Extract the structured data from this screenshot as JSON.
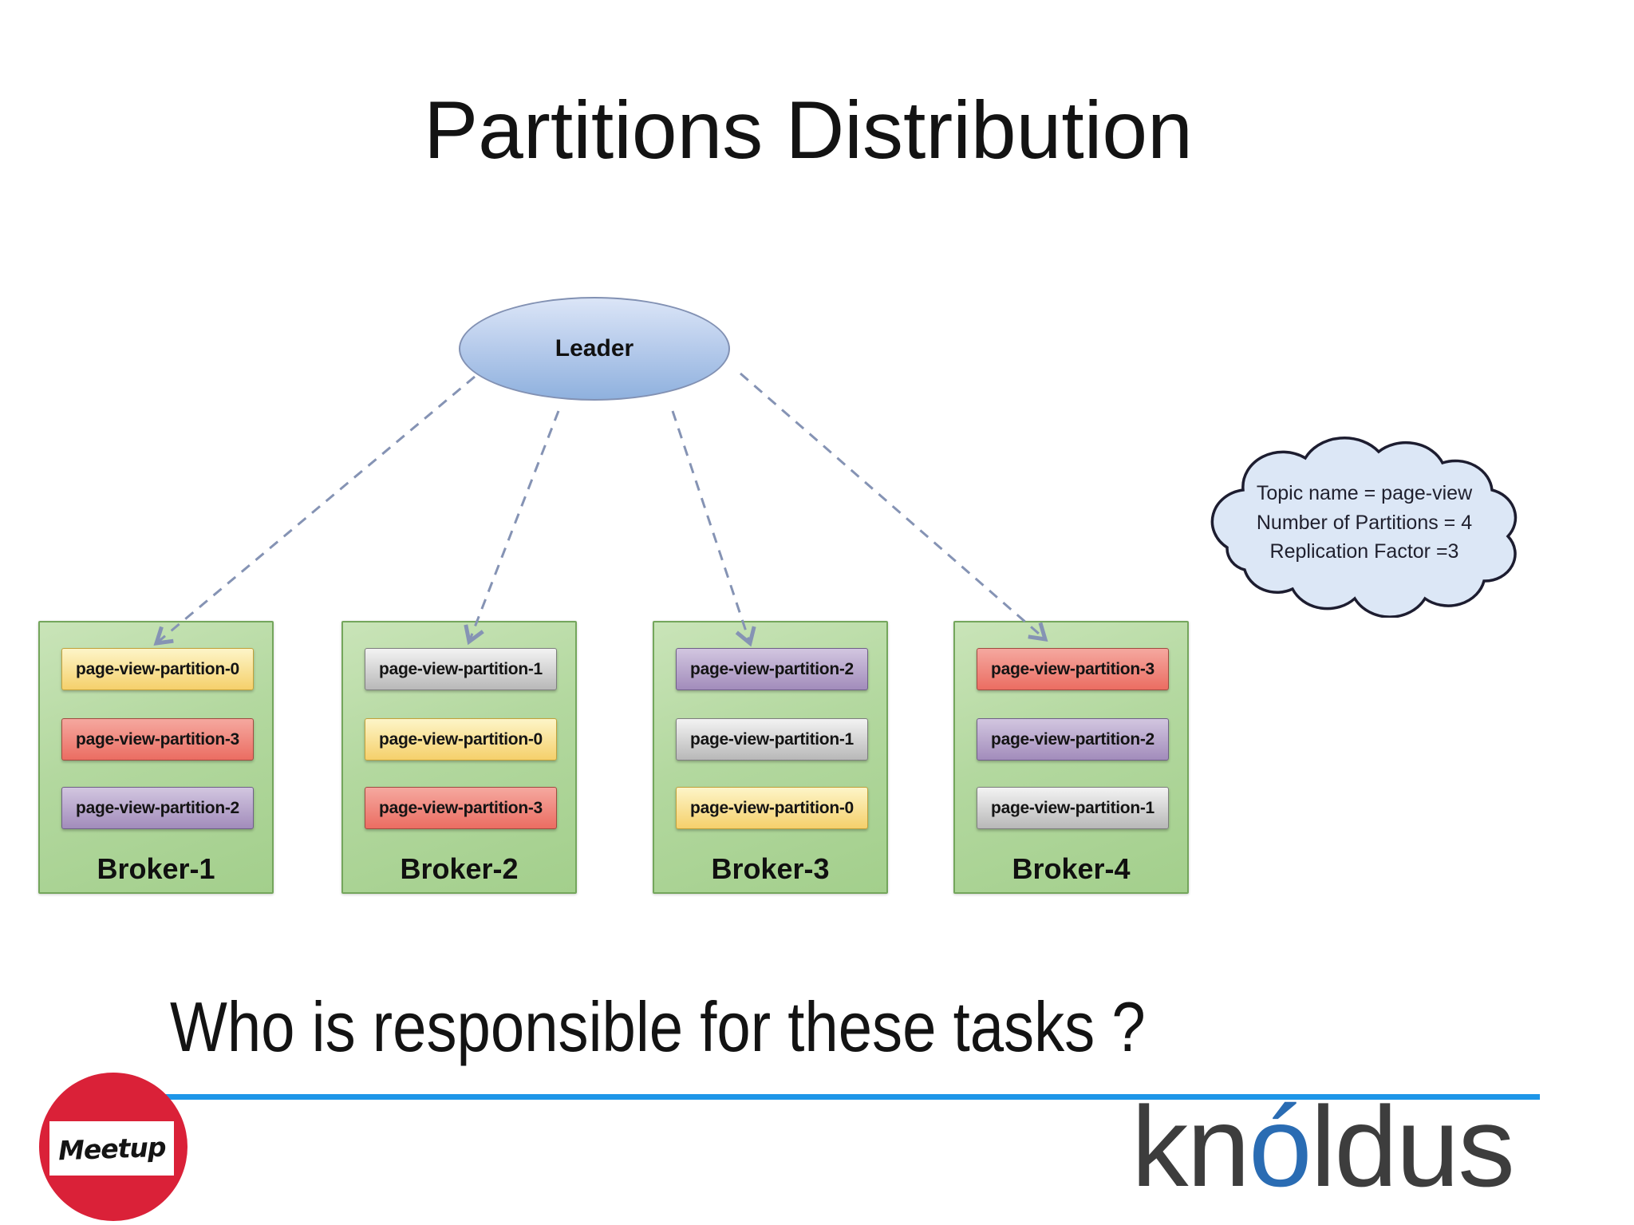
{
  "slide": {
    "title": "Partitions Distribution",
    "question": "Who is responsible for these tasks ?"
  },
  "diagram": {
    "leader": {
      "label": "Leader"
    },
    "note_cloud": {
      "line1": "Topic name = page-view",
      "line2": "Number of Partitions = 4",
      "line3": "Replication Factor =3"
    },
    "brokers": [
      {
        "name": "Broker-1",
        "partitions": [
          {
            "label": "page-view-partition-0",
            "color": "yellow"
          },
          {
            "label": "page-view-partition-3",
            "color": "red"
          },
          {
            "label": "page-view-partition-2",
            "color": "purple"
          }
        ]
      },
      {
        "name": "Broker-2",
        "partitions": [
          {
            "label": "page-view-partition-1",
            "color": "silver"
          },
          {
            "label": "page-view-partition-0",
            "color": "yellow"
          },
          {
            "label": "page-view-partition-3",
            "color": "red"
          }
        ]
      },
      {
        "name": "Broker-3",
        "partitions": [
          {
            "label": "page-view-partition-2",
            "color": "purple"
          },
          {
            "label": "page-view-partition-1",
            "color": "silver"
          },
          {
            "label": "page-view-partition-0",
            "color": "yellow"
          }
        ]
      },
      {
        "name": "Broker-4",
        "partitions": [
          {
            "label": "page-view-partition-3",
            "color": "red"
          },
          {
            "label": "page-view-partition-2",
            "color": "purple"
          },
          {
            "label": "page-view-partition-1",
            "color": "silver"
          }
        ]
      }
    ],
    "colors": {
      "partition_yellow": "#f5d06b",
      "partition_red": "#eb6d62",
      "partition_purple": "#a28cbb",
      "partition_silver": "#c9c9c9",
      "broker_green": "#aad494",
      "leader_blue": "#a9c4e9",
      "arrow": "#8593b4",
      "cloud_fill": "#dce7f6"
    }
  },
  "footer": {
    "divider_color": "#1e96e8",
    "meetup_logo_label": "Meetup",
    "brand_pre": "kn",
    "brand_accent": "ó",
    "brand_post": "ldus",
    "brand_accent_color": "#2a6cb3"
  }
}
